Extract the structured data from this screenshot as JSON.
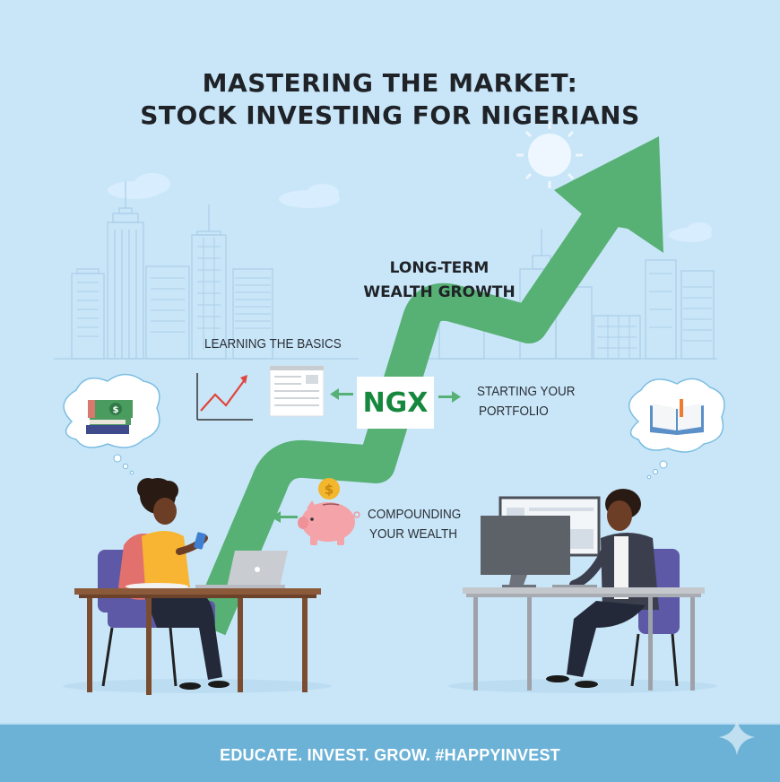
{
  "title": {
    "line1": "MASTERING THE MARKET:",
    "line2": "STOCK INVESTING FOR NIGERIANS"
  },
  "labels": {
    "long_term": "LONG-TERM",
    "wealth_growth": "WEALTH GROWTH",
    "learning_basics": "LEARNING THE BASICS",
    "starting_line1": "STARTING YOUR",
    "starting_line2": "PORTFOLIO",
    "compounding_line1": "COMPOUNDING",
    "compounding_line2": "YOUR WEALTH",
    "ngx": "NGX"
  },
  "footer": {
    "tagline": "EDUCATE. INVEST. GROW. #HAPPYINVEST"
  },
  "icons": {
    "coin_symbol": "$"
  },
  "colors": {
    "background": "#c9e6f9",
    "arrow_green": "#57b174",
    "ngx_green": "#16883e",
    "footer_blue": "#6cb2d7",
    "title_text": "#1f2328",
    "chart_red": "#e0443c",
    "piggy_pink": "#f4a3a8",
    "coin_gold": "#f3b72e"
  }
}
